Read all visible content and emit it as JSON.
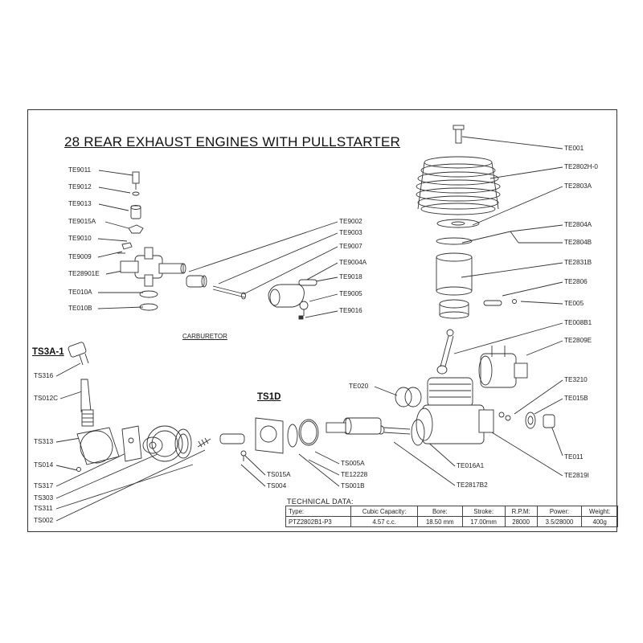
{
  "title": "28 REAR EXHAUST ENGINES WITH PULLSTARTER",
  "carburetor_caption": "CARBURETOR",
  "group_labels": {
    "ts3a": "TS3A-1",
    "ts1d": "TS1D"
  },
  "parts": {
    "TE9011": "TE9011",
    "TE9012": "TE9012",
    "TE9013": "TE9013",
    "TE9015A": "TE9015A",
    "TE9010": "TE9010",
    "TE9009": "TE9009",
    "TE28901E": "TE28901E",
    "TE010A": "TE010A",
    "TE010B": "TE010B",
    "TE9002": "TE9002",
    "TE9003": "TE9003",
    "TE9007": "TE9007",
    "TE9004A": "TE9004A",
    "TE9018": "TE9018",
    "TE9005": "TE9005",
    "TE9016": "TE9016",
    "TE001": "TE001",
    "TE2802H0": "TE2802H-0",
    "TE2803A": "TE2803A",
    "TE2804A": "TE2804A",
    "TE2804B": "TE2804B",
    "TE2831B": "TE2831B",
    "TE2806": "TE2806",
    "TE005": "TE005",
    "TE008B1": "TE008B1",
    "TE2809E": "TE2809E",
    "TE3210": "TE3210",
    "TE015B": "TE015B",
    "TE011": "TE011",
    "TE2819I": "TE2819I",
    "TE016A1": "TE016A1",
    "TE2817B2": "TE2817B2",
    "TE020": "TE020",
    "TS316": "TS316",
    "TS012C": "TS012C",
    "TS313": "TS313",
    "TS014": "TS014",
    "TS317": "TS317",
    "TS303": "TS303",
    "TS311": "TS311",
    "TS002": "TS002",
    "TS015A": "TS015A",
    "TS004": "TS004",
    "TS005A": "TS005A",
    "TE12228": "TE12228",
    "TS001B": "TS001B"
  },
  "technical_data": {
    "title": "TECHNICAL DATA:",
    "headers": [
      "Type:",
      "Cubic Capacity:",
      "Bore:",
      "Stroke:",
      "R.P.M:",
      "Power:",
      "Weight:"
    ],
    "row": [
      "PTZ2802B1-P3",
      "4.57 c.c.",
      "18.50 mm",
      "17.00mm",
      "28000",
      "3.5/28000",
      "400g"
    ]
  }
}
